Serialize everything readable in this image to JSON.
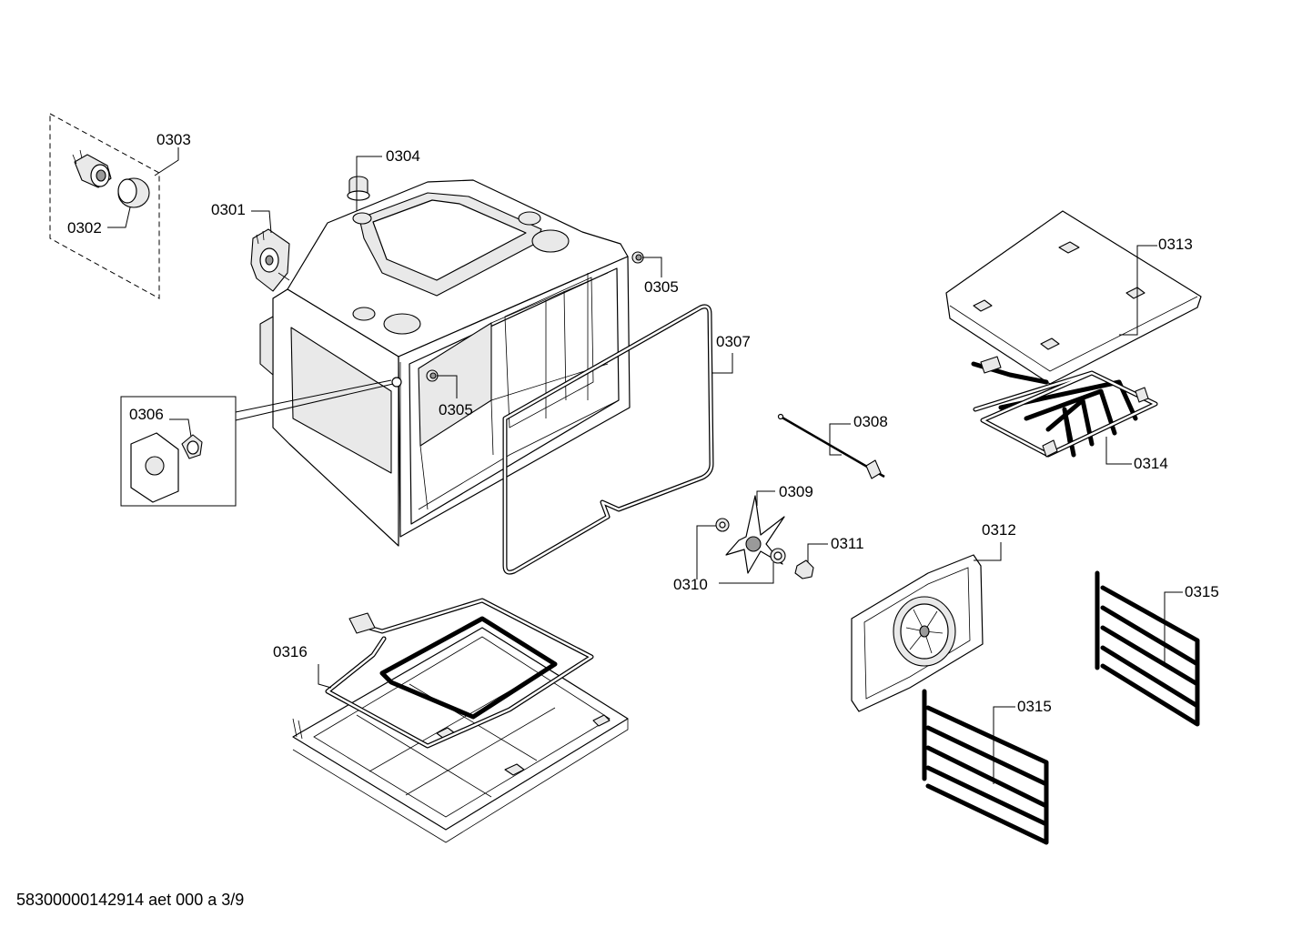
{
  "callouts": {
    "c0301": "0301",
    "c0302": "0302",
    "c0303": "0303",
    "c0304": "0304",
    "c0305a": "0305",
    "c0305b": "0305",
    "c0306": "0306",
    "c0307": "0307",
    "c0308": "0308",
    "c0309": "0309",
    "c0310": "0310",
    "c0311": "0311",
    "c0312": "0312",
    "c0313": "0313",
    "c0314": "0314",
    "c0315a": "0315",
    "c0315b": "0315",
    "c0316": "0316"
  },
  "footer": {
    "code": "58300000142914 aet 000 a 3/9"
  }
}
